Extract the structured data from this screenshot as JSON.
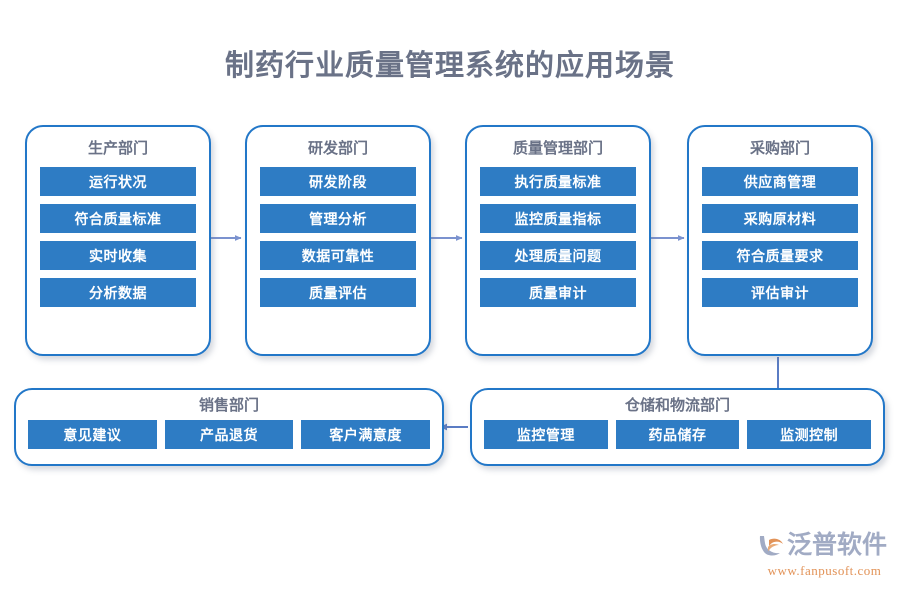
{
  "title": "制药行业质量管理系统的应用场景",
  "colors": {
    "bar_blue": "#2e7cc4",
    "border_blue": "#2277c8",
    "title_gray": "#6a7287",
    "arrow_blue": "#7b92cf",
    "logo_purple": "#9aa4c0",
    "logo_orange": "#e08a4a"
  },
  "departments": {
    "production": {
      "title": "生产部门",
      "items": [
        "运行状况",
        "符合质量标准",
        "实时收集",
        "分析数据"
      ]
    },
    "rd": {
      "title": "研发部门",
      "items": [
        "研发阶段",
        "管理分析",
        "数据可靠性",
        "质量评估"
      ]
    },
    "quality": {
      "title": "质量管理部门",
      "items": [
        "执行质量标准",
        "监控质量指标",
        "处理质量问题",
        "质量审计"
      ]
    },
    "purchasing": {
      "title": "采购部门",
      "items": [
        "供应商管理",
        "采购原材料",
        "符合质量要求",
        "评估审计"
      ]
    },
    "sales": {
      "title": "销售部门",
      "items": [
        "意见建议",
        "产品退货",
        "客户满意度"
      ]
    },
    "warehouse": {
      "title": "仓储和物流部门",
      "items": [
        "监控管理",
        "药品储存",
        "监测控制"
      ]
    }
  },
  "flow": [
    {
      "from": "生产部门",
      "to": "研发部门",
      "direction": "right"
    },
    {
      "from": "研发部门",
      "to": "质量管理部门",
      "direction": "right"
    },
    {
      "from": "质量管理部门",
      "to": "采购部门",
      "direction": "right"
    },
    {
      "from": "采购部门",
      "to": "仓储和物流部门",
      "direction": "down"
    },
    {
      "from": "仓储和物流部门",
      "to": "销售部门",
      "direction": "left"
    }
  ],
  "watermark": {
    "brand": "泛普软件",
    "url": "www.fanpusoft.com"
  }
}
